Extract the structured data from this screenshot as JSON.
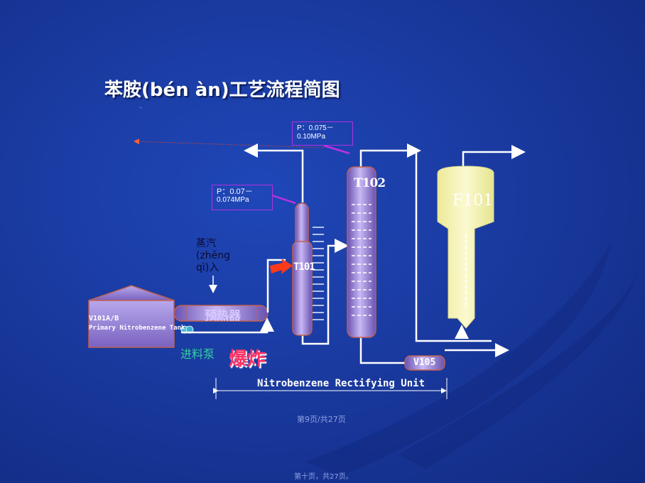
{
  "slide": {
    "title": "苯胺(bén àn)工艺流程简图",
    "title_mark": "·-"
  },
  "pressure_boxes": [
    {
      "line1": "P：0.075－",
      "line2": "0.10MPa"
    },
    {
      "line1": "P：0.07－",
      "line2": "0.074MPa"
    }
  ],
  "equipment": {
    "tank_label_1": "V101A/B",
    "tank_label_2": "Primary Nitrobenzene Tank",
    "preheater": "预热器",
    "steam_1": "蒸汽",
    "steam_2": "(zhēng",
    "steam_3": "qì)入",
    "pump": "进料泵",
    "explosion": "爆炸",
    "t101": "T101",
    "t102": "T102",
    "f101": "F101",
    "v105": "V105",
    "unit_label": "Nitrobenzene Rectifying Unit"
  },
  "footer": {
    "page_upper": "第9页/共27页",
    "page_lower": "第十页，共27页。"
  },
  "colors": {
    "pipe": "#ffffff",
    "vessel": "#9a82d8",
    "tank_yellow": "#f7f5b4",
    "explosion_text": "#ff3366",
    "pump_text": "#33d0a0",
    "box_border": "#b030e0"
  }
}
